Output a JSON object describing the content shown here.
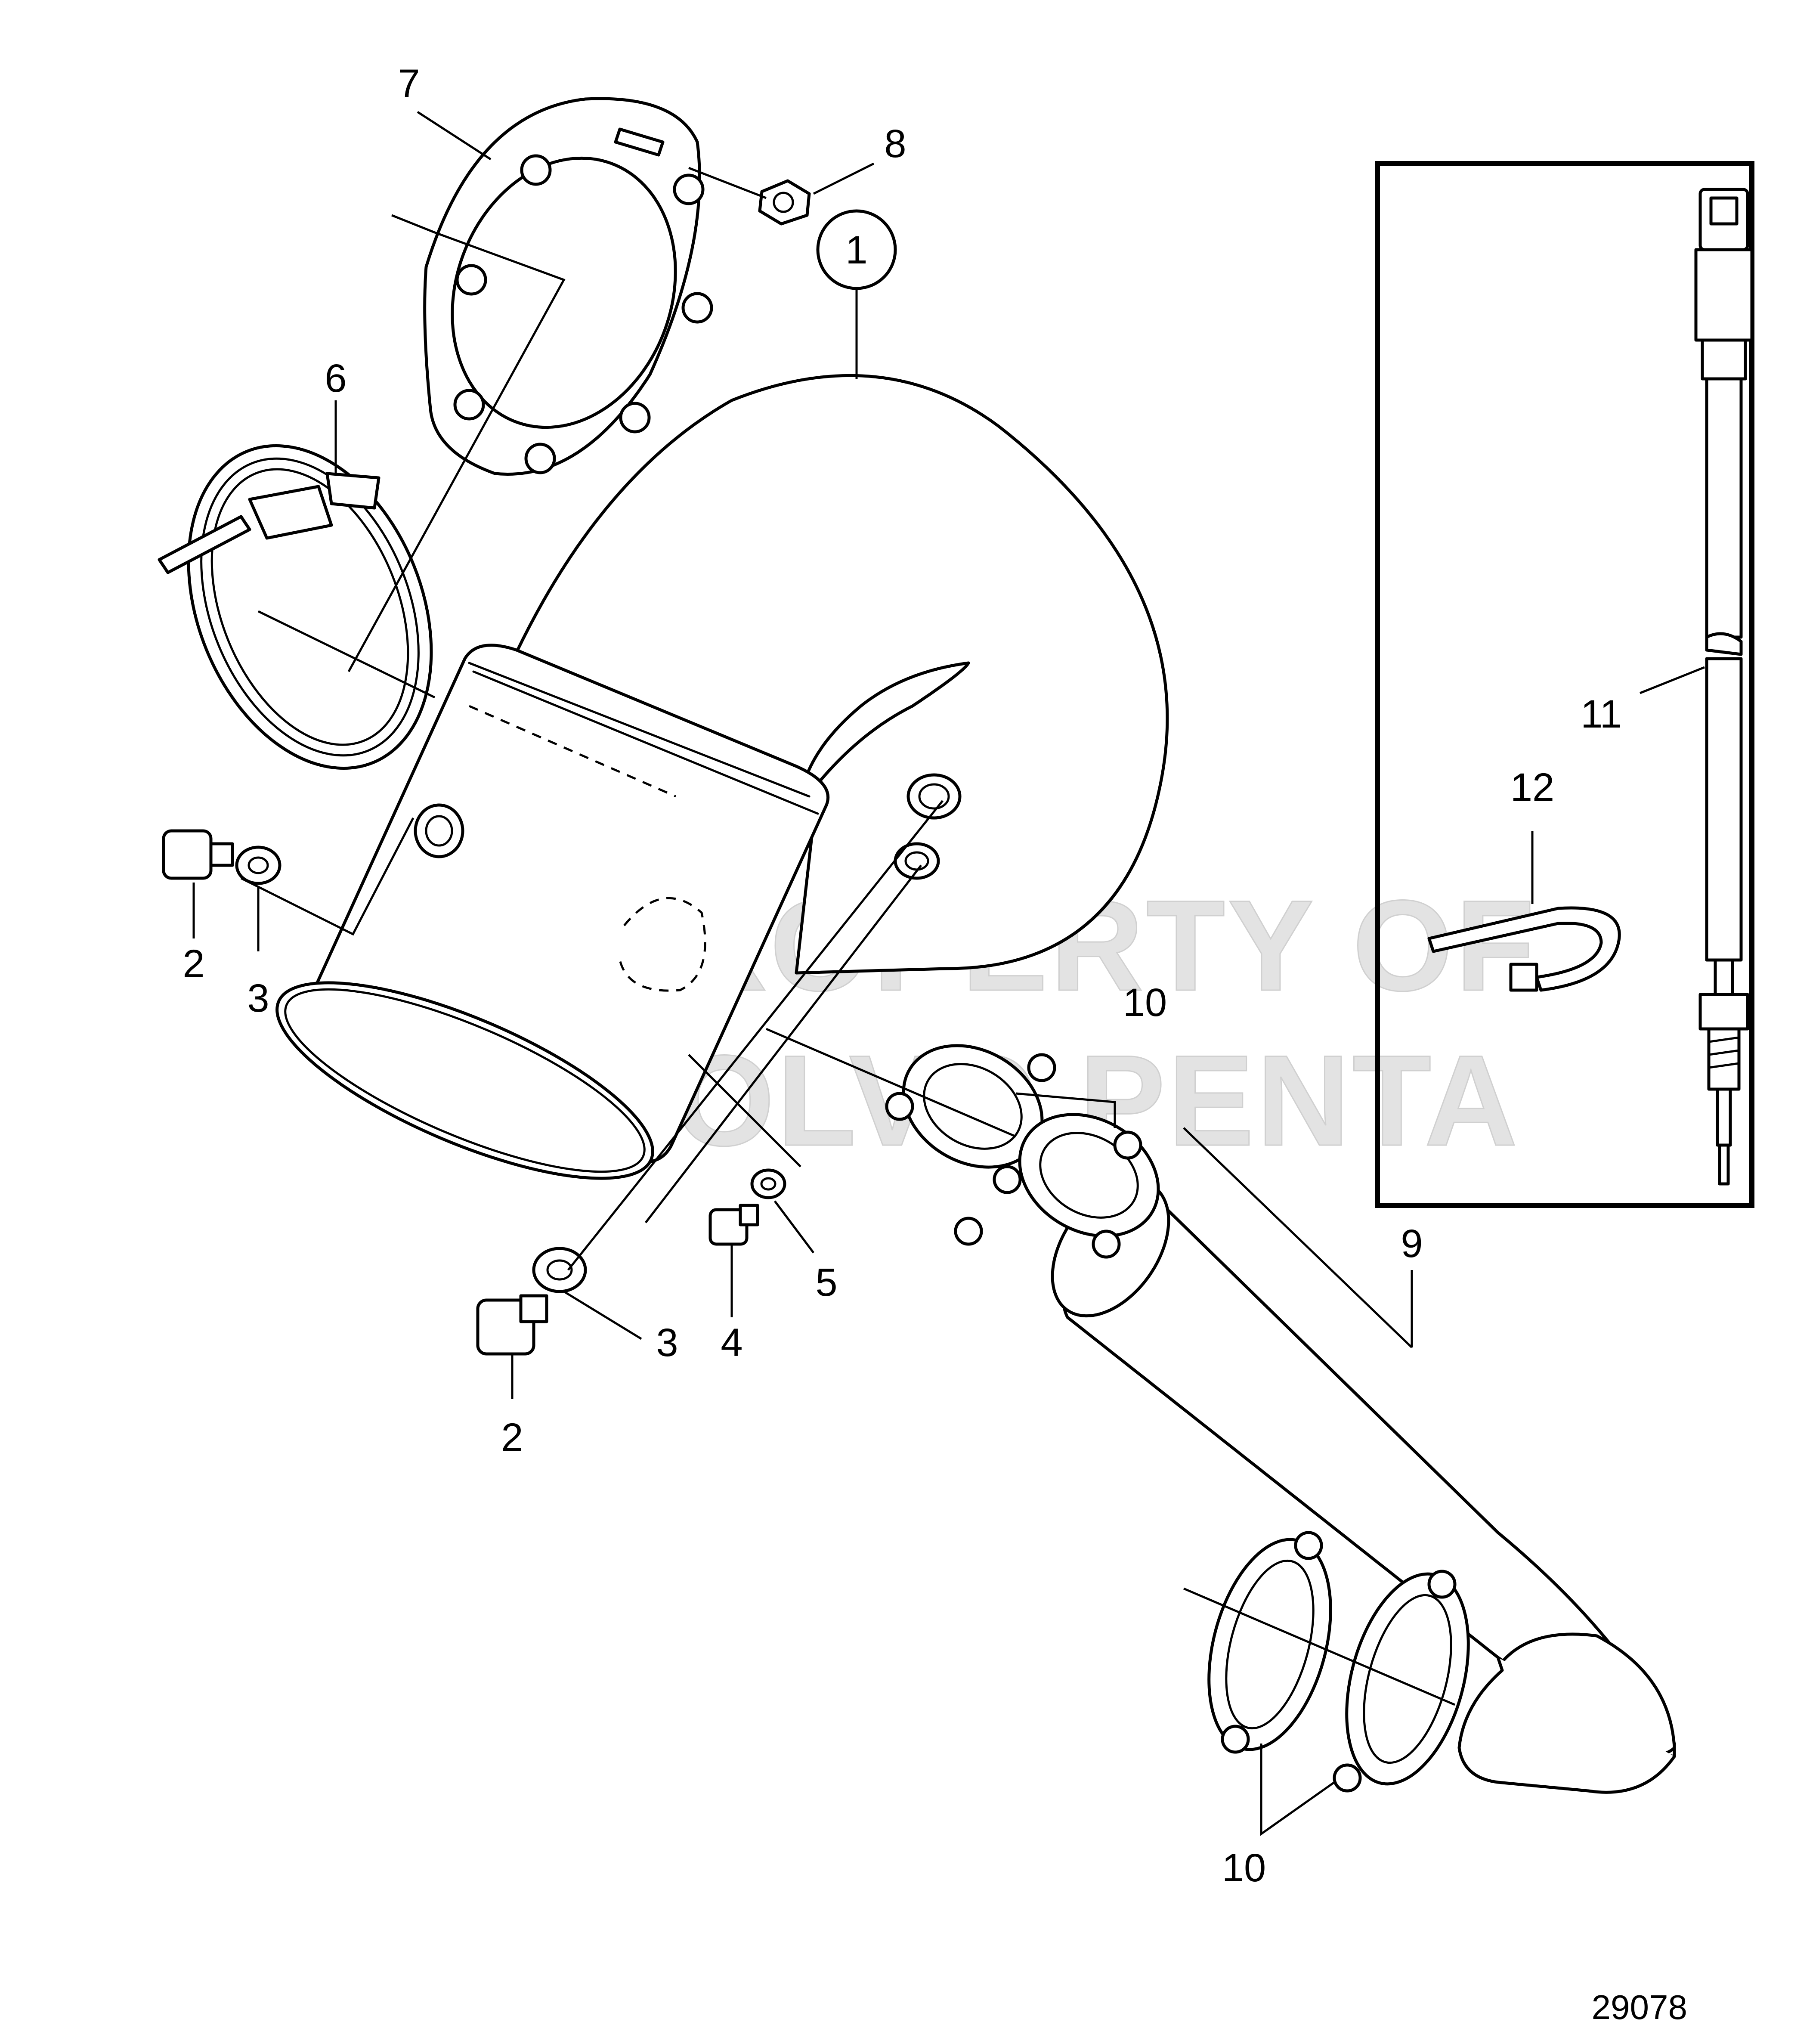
{
  "diagram": {
    "callouts": {
      "c1": "1",
      "c2a": "2",
      "c2b": "2",
      "c3a": "3",
      "c3b": "3",
      "c4": "4",
      "c5": "5",
      "c6": "6",
      "c7": "7",
      "c8": "8",
      "c9": "9",
      "c10a": "10",
      "c10b": "10",
      "c11": "11",
      "c12": "12"
    },
    "drawing_number": "29078",
    "watermark": {
      "line1": "PROPERTY OF",
      "line2": "VOLVO PENTA"
    }
  }
}
